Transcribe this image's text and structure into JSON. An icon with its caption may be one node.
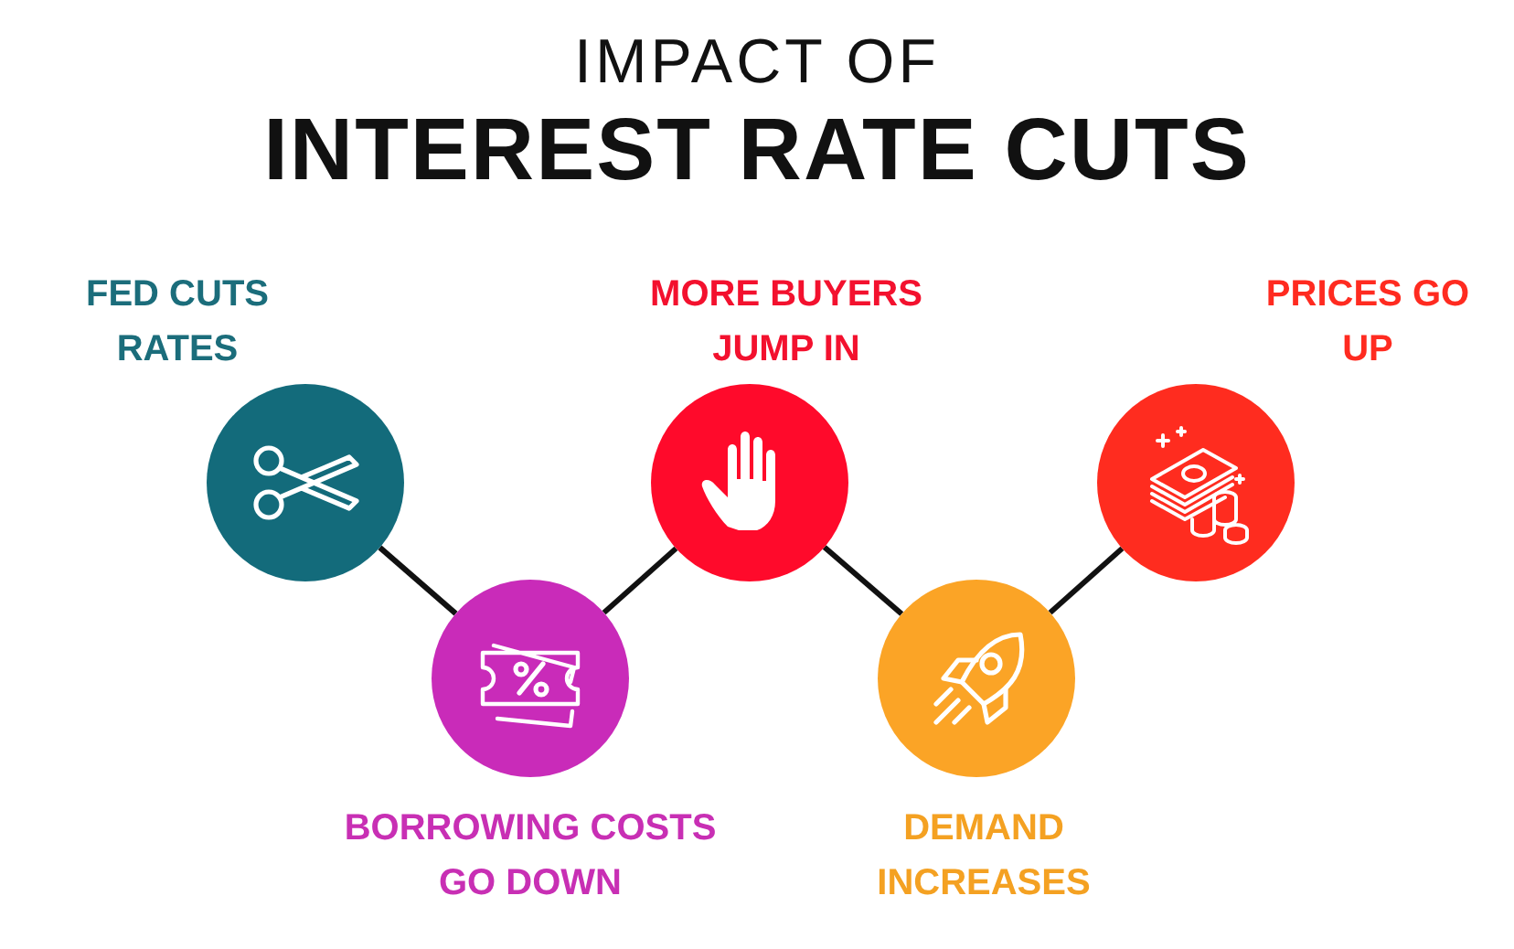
{
  "diagram": {
    "title": "IMPACT OF",
    "labels": [
      "INTEREST RATE CUTS"
    ],
    "nodes": [
      {
        "text": [
          "FED CUTS RATES"
        ]
      },
      {
        "text": [
          "BORROWING COSTS GO DOWN"
        ]
      },
      {
        "text": [
          "MORE BUYERS JUMP IN"
        ]
      },
      {
        "text": [
          "DEMAND INCREASES"
        ]
      },
      {
        "text": [
          "PRICES GO UP"
        ]
      }
    ],
    "edges": [
      {
        "from": 0,
        "to": 1,
        "arrow": "none"
      },
      {
        "from": 1,
        "to": 2,
        "arrow": "none"
      },
      {
        "from": 2,
        "to": 3,
        "arrow": "none"
      },
      {
        "from": 3,
        "to": 4,
        "arrow": "none"
      }
    ]
  }
}
